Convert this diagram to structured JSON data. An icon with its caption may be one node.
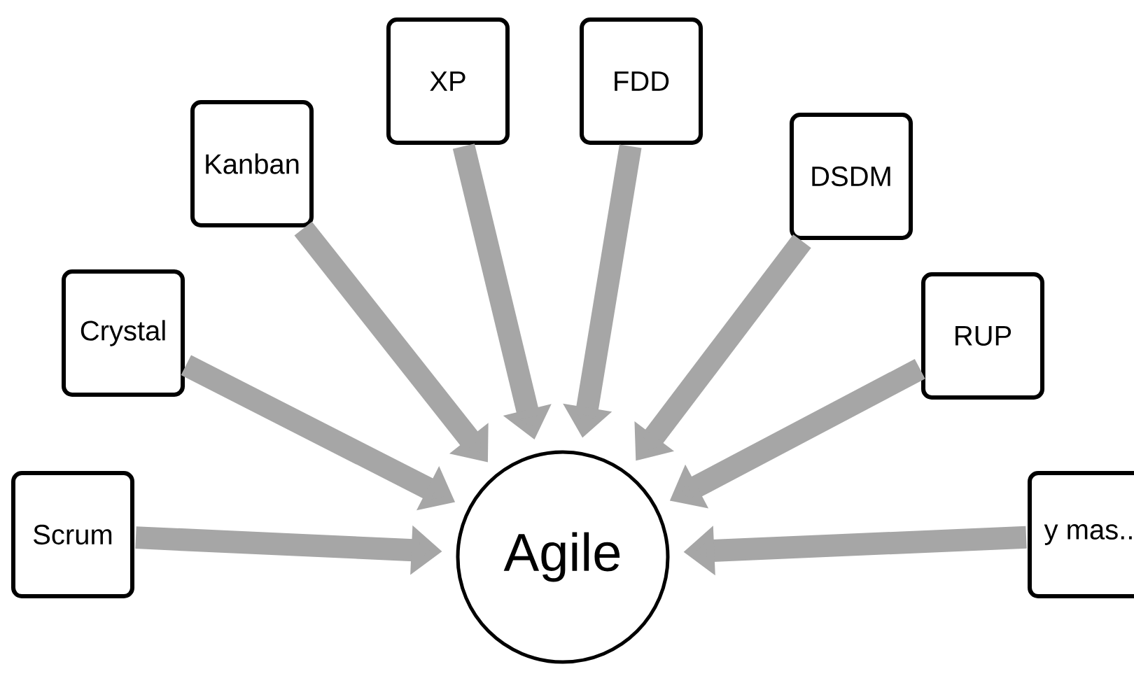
{
  "diagram": {
    "nodes": [
      {
        "text": [
          "Scrum"
        ]
      },
      {
        "text": [
          "Crystal"
        ]
      },
      {
        "text": [
          "Kanban"
        ]
      },
      {
        "text": [
          "XP"
        ]
      },
      {
        "text": [
          "FDD"
        ]
      },
      {
        "text": [
          "DSDM"
        ]
      },
      {
        "text": [
          "RUP"
        ]
      },
      {
        "text": [
          "y mas.."
        ]
      },
      {
        "text": [
          "Agile"
        ]
      }
    ],
    "edges": [
      {
        "from": 0,
        "to": 8,
        "arrow": "to"
      },
      {
        "from": 1,
        "to": 8,
        "arrow": "to"
      },
      {
        "from": 2,
        "to": 8,
        "arrow": "to"
      },
      {
        "from": 3,
        "to": 8,
        "arrow": "to"
      },
      {
        "from": 4,
        "to": 8,
        "arrow": "to"
      },
      {
        "from": 5,
        "to": 8,
        "arrow": "to"
      },
      {
        "from": 6,
        "to": 8,
        "arrow": "to"
      },
      {
        "from": 7,
        "to": 8,
        "arrow": "to"
      }
    ]
  }
}
